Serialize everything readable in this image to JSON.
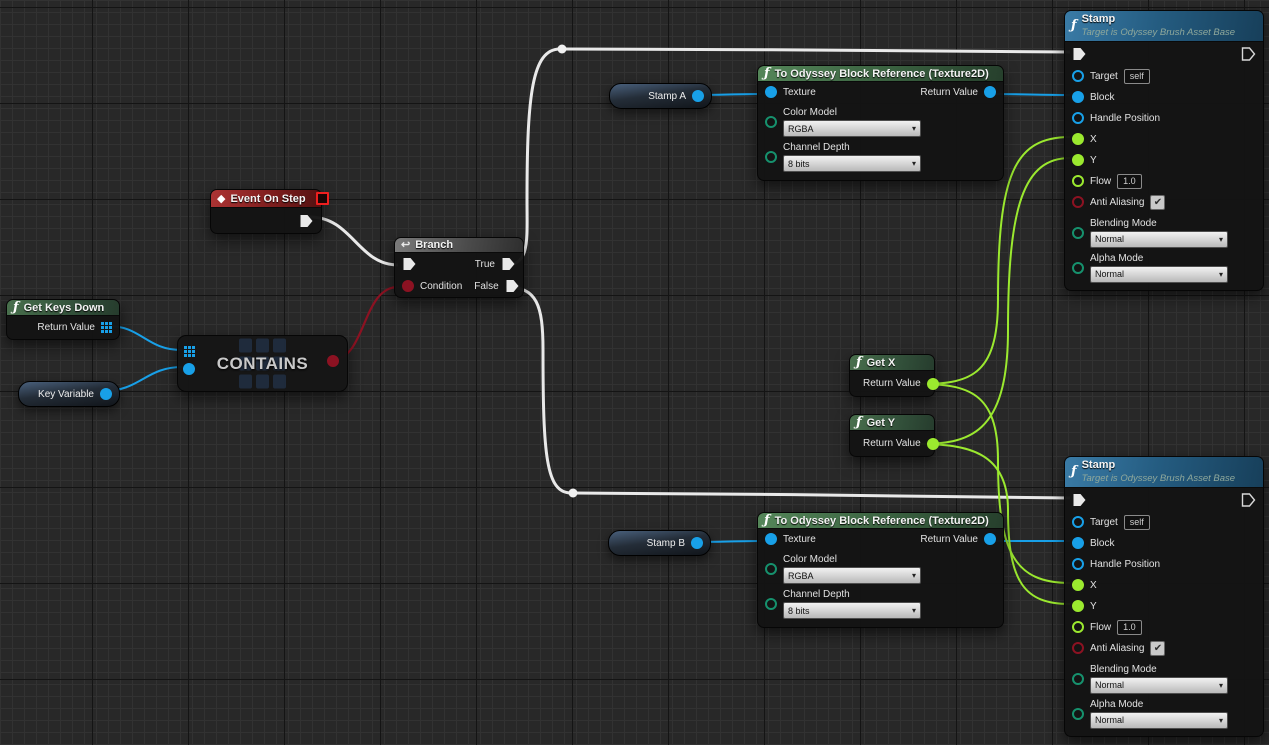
{
  "icons": {
    "function": "ƒ",
    "event": "◆",
    "branch": "↩",
    "dropdown_arrow": "▾",
    "check": "✔"
  },
  "colors": {
    "exec_wire": "#e9e9e9",
    "object_pin": "#18a0e8",
    "float_pin": "#9be92f",
    "bool_pin": "#8c1222",
    "enum_pin": "#16916d",
    "header_blue": "#2a6b92",
    "header_green": "#497a4f",
    "header_red": "#9e2b2b",
    "header_gray": "#5f5f5f",
    "canvas_bg": "#282828"
  },
  "nodes": {
    "event_on_step": {
      "title": "Event On Step"
    },
    "branch": {
      "title": "Branch",
      "condition_label": "Condition",
      "true_label": "True",
      "false_label": "False"
    },
    "get_keys_down": {
      "title": "Get Keys Down",
      "return_label": "Return Value"
    },
    "contains": {
      "title": "CONTAINS"
    },
    "key_variable": {
      "label": "Key Variable"
    },
    "stamp_a": {
      "label": "Stamp A"
    },
    "stamp_b": {
      "label": "Stamp B"
    },
    "to_block_ref_top": {
      "title": "To Odyssey Block Reference (Texture2D)",
      "texture_label": "Texture",
      "return_label": "Return Value",
      "color_model_label": "Color Model",
      "color_model_value": "RGBA",
      "channel_depth_label": "Channel Depth",
      "channel_depth_value": "8 bits"
    },
    "to_block_ref_bottom": {
      "title": "To Odyssey Block Reference (Texture2D)",
      "texture_label": "Texture",
      "return_label": "Return Value",
      "color_model_label": "Color Model",
      "color_model_value": "RGBA",
      "channel_depth_label": "Channel Depth",
      "channel_depth_value": "8 bits"
    },
    "get_x": {
      "title": "Get X",
      "return_label": "Return Value"
    },
    "get_y": {
      "title": "Get Y",
      "return_label": "Return Value"
    },
    "stamp_top": {
      "title": "Stamp",
      "subtitle": "Target is Odyssey Brush Asset Base",
      "target_label": "Target",
      "target_value": "self",
      "block_label": "Block",
      "handle_label": "Handle Position",
      "x_label": "X",
      "y_label": "Y",
      "flow_label": "Flow",
      "flow_value": "1.0",
      "anti_aliasing_label": "Anti Aliasing",
      "anti_aliasing_checked": true,
      "blending_label": "Blending Mode",
      "blending_value": "Normal",
      "alpha_label": "Alpha Mode",
      "alpha_value": "Normal"
    },
    "stamp_bottom": {
      "title": "Stamp",
      "subtitle": "Target is Odyssey Brush Asset Base",
      "target_label": "Target",
      "target_value": "self",
      "block_label": "Block",
      "handle_label": "Handle Position",
      "x_label": "X",
      "y_label": "Y",
      "flow_label": "Flow",
      "flow_value": "1.0",
      "anti_aliasing_label": "Anti Aliasing",
      "anti_aliasing_checked": true,
      "blending_label": "Blending Mode",
      "blending_value": "Normal",
      "alpha_label": "Alpha Mode",
      "alpha_value": "Normal"
    }
  }
}
